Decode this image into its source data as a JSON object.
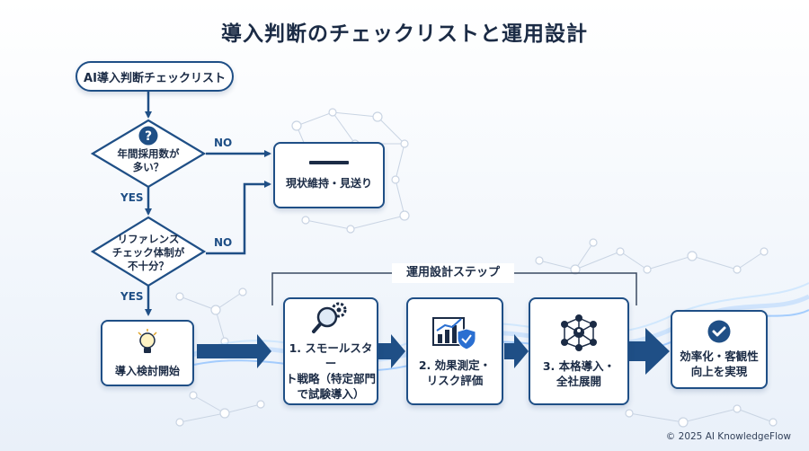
{
  "title": "導入判断のチェックリストと運用設計",
  "start": "AI導入判断チェックリスト",
  "decision1": {
    "line1": "年間採用数が",
    "line2": "多い？"
  },
  "decision2": {
    "line1": "リファレンス",
    "line2": "チェック体制が",
    "line3": "不十分？"
  },
  "labels": {
    "no1": "NO",
    "no2": "NO",
    "yes1": "YES",
    "yes2": "YES"
  },
  "status_quo": "現状維持・見送り",
  "begin": "導入検討開始",
  "section_title": "運用設計ステップ",
  "step1": {
    "line1": "1. スモールスター",
    "line2": "ト戦略（特定部門",
    "line3": "で試験導入）"
  },
  "step2": {
    "line1": "2. 効果測定・",
    "line2": "リスク評価"
  },
  "step3": {
    "line1": "3. 本格導入・",
    "line2": "全社展開"
  },
  "result": {
    "line1": "効率化・客観性",
    "line2": "向上を実現"
  },
  "copyright": "© 2025 AI KnowledgeFlow",
  "icons": [
    "question-icon",
    "dash-icon",
    "lightbulb-icon",
    "magnifier-gear-icon",
    "chart-shield-icon",
    "network-people-icon",
    "check-circle-icon"
  ],
  "colors": {
    "navy": "#1f4f86",
    "dark": "#1b2b45",
    "accent": "#2a6fd1"
  }
}
